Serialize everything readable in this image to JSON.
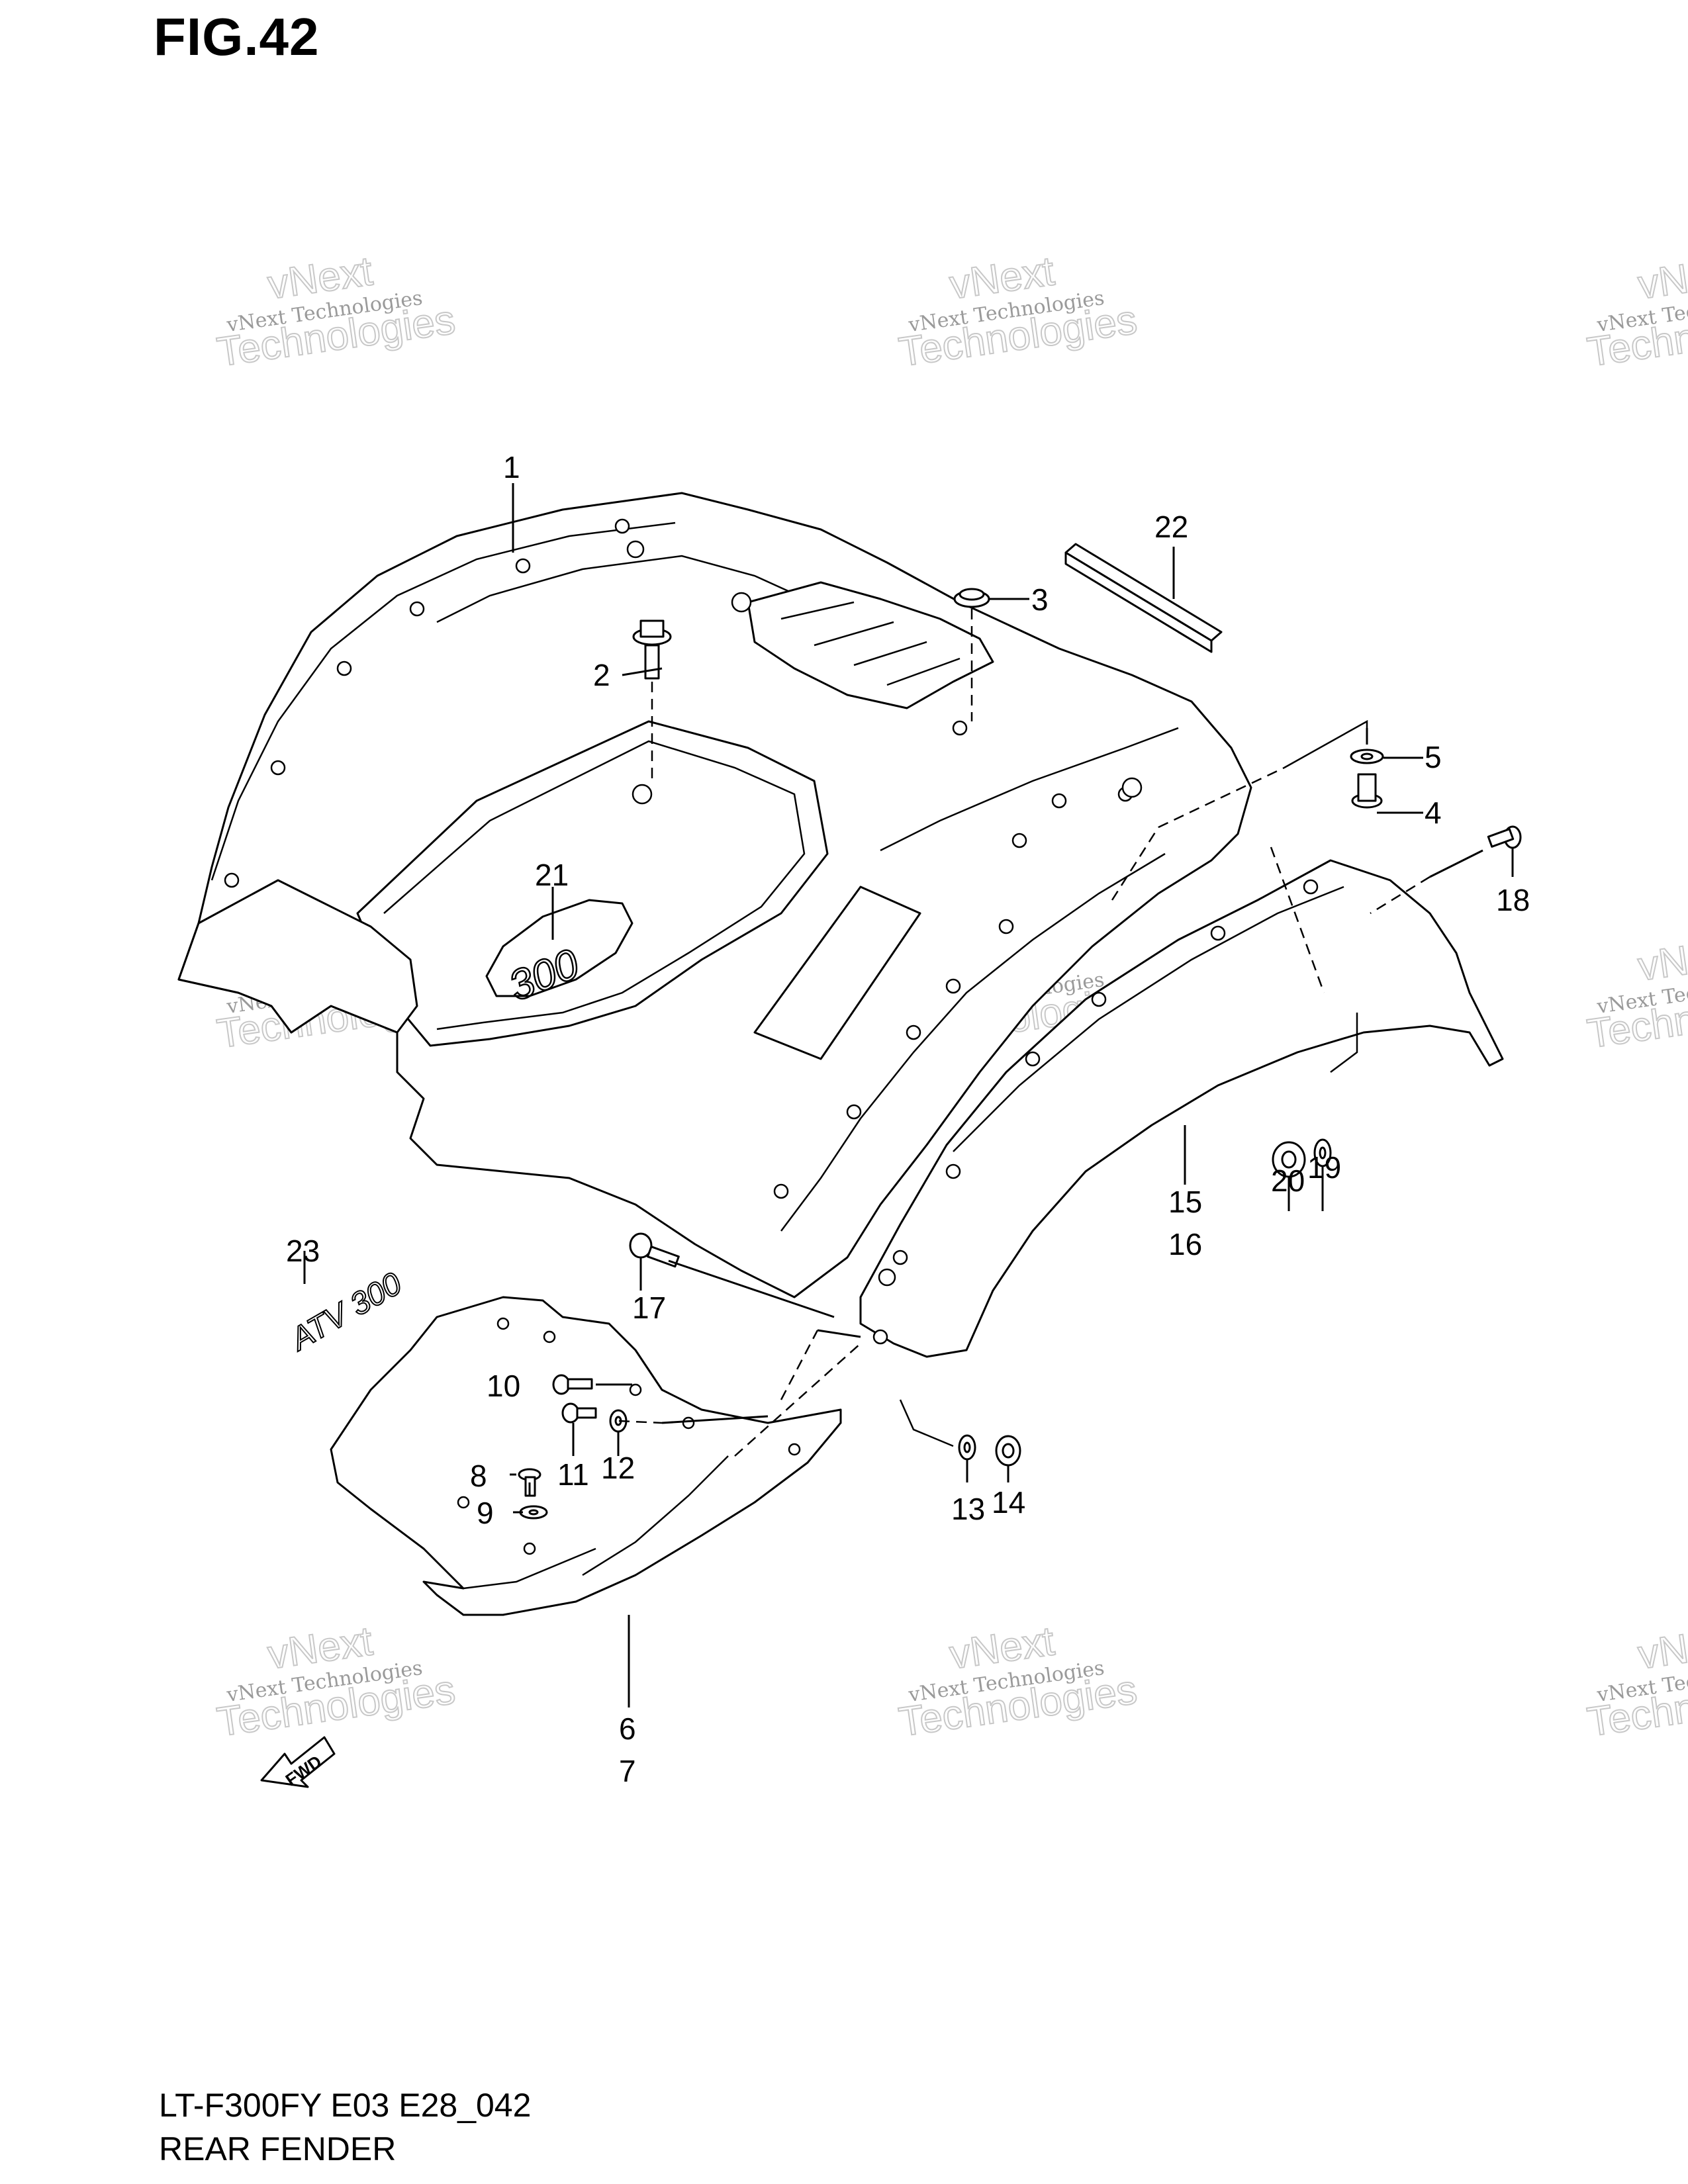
{
  "figure": {
    "title": "FIG.42",
    "model_code": "LT-F300FY E03 E28_042",
    "section_name": "REAR FENDER"
  },
  "watermark": {
    "line_small": "vNext Technologies",
    "line_big_1": "vNext",
    "line_big_2": "Technologies"
  },
  "callouts": [
    {
      "id": "c1",
      "label": "1"
    },
    {
      "id": "c2",
      "label": "2"
    },
    {
      "id": "c3",
      "label": "3"
    },
    {
      "id": "c4",
      "label": "4"
    },
    {
      "id": "c5",
      "label": "5"
    },
    {
      "id": "c6",
      "label": "6"
    },
    {
      "id": "c7",
      "label": "7"
    },
    {
      "id": "c8",
      "label": "8"
    },
    {
      "id": "c9",
      "label": "9"
    },
    {
      "id": "c10",
      "label": "10"
    },
    {
      "id": "c11",
      "label": "11"
    },
    {
      "id": "c12",
      "label": "12"
    },
    {
      "id": "c13",
      "label": "13"
    },
    {
      "id": "c14",
      "label": "14"
    },
    {
      "id": "c15",
      "label": "15"
    },
    {
      "id": "c16",
      "label": "16"
    },
    {
      "id": "c17",
      "label": "17"
    },
    {
      "id": "c18",
      "label": "18"
    },
    {
      "id": "c19",
      "label": "19"
    },
    {
      "id": "c20",
      "label": "20"
    },
    {
      "id": "c21",
      "label": "21"
    },
    {
      "id": "c22",
      "label": "22"
    },
    {
      "id": "c23",
      "label": "23"
    }
  ],
  "emblems": {
    "number_300": "300",
    "fwd_arrow": "FWD",
    "decal": "ATV 300"
  }
}
